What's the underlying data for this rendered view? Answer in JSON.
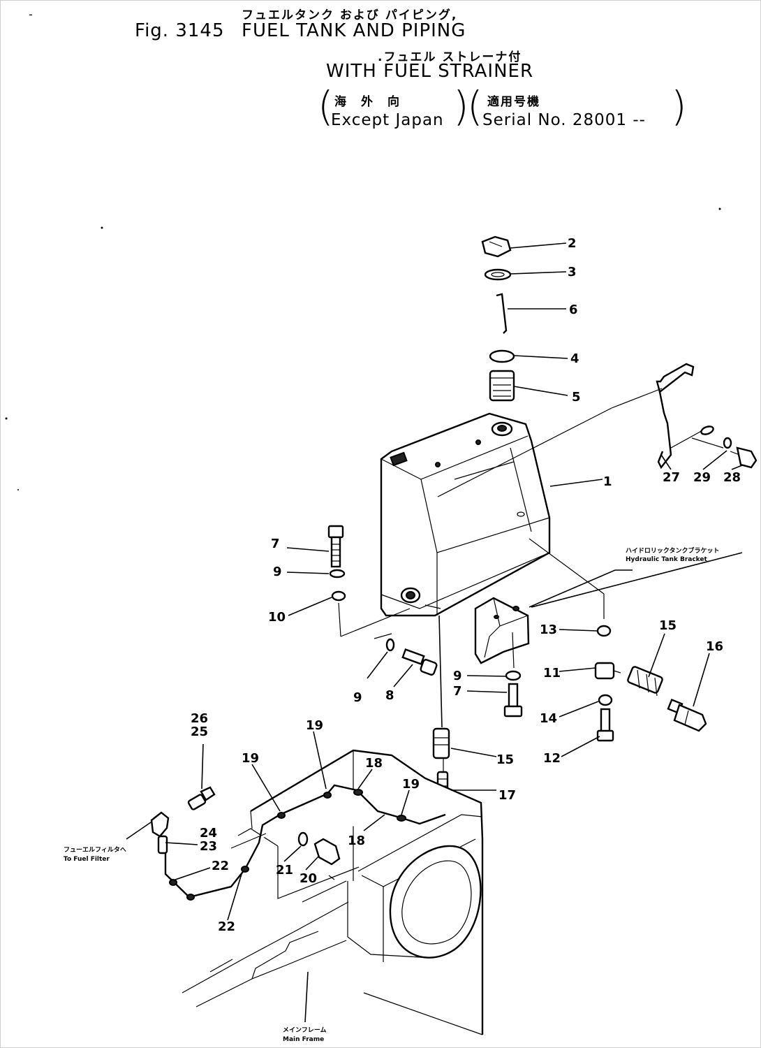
{
  "header": {
    "dash": "-",
    "title_jp": "フュエルタンク および パイピング,",
    "fig_label": "Fig. 3145",
    "title_en": "FUEL TANK AND PIPING",
    "subtitle_jp": ".フュエル ストレーナ付",
    "subtitle_en": "WITH FUEL STRAINER",
    "applic_left_jp": "海　外　向",
    "applic_left_en": "Except Japan",
    "applic_right_jp": "適用号機",
    "applic_right_en": "Serial No. 28001 --"
  },
  "callouts": {
    "c1": "1",
    "c2": "2",
    "c3": "3",
    "c4": "4",
    "c5": "5",
    "c6": "6",
    "c7a": "7",
    "c7b": "7",
    "c8": "8",
    "c9a": "9",
    "c9b": "9",
    "c9c": "9",
    "c10": "10",
    "c11": "11",
    "c12": "12",
    "c13": "13",
    "c14": "14",
    "c15a": "15",
    "c15b": "15",
    "c16": "16",
    "c17": "17",
    "c18a": "18",
    "c18b": "18",
    "c19a": "19",
    "c19b": "19",
    "c19c": "19",
    "c20": "20",
    "c21": "21",
    "c22a": "22",
    "c22b": "22",
    "c23": "23",
    "c24": "24",
    "c25": "25",
    "c26": "26",
    "c27": "27",
    "c28": "28",
    "c29": "29"
  },
  "notes": {
    "hyd_jp": "ハイドロリックタンクブラケット",
    "hyd_en": "Hydraulic Tank Bracket",
    "filter_jp": "フューエルフィルタへ",
    "filter_en": "To Fuel Filter",
    "frame_jp": "メインフレーム",
    "frame_en": "Main Frame"
  }
}
